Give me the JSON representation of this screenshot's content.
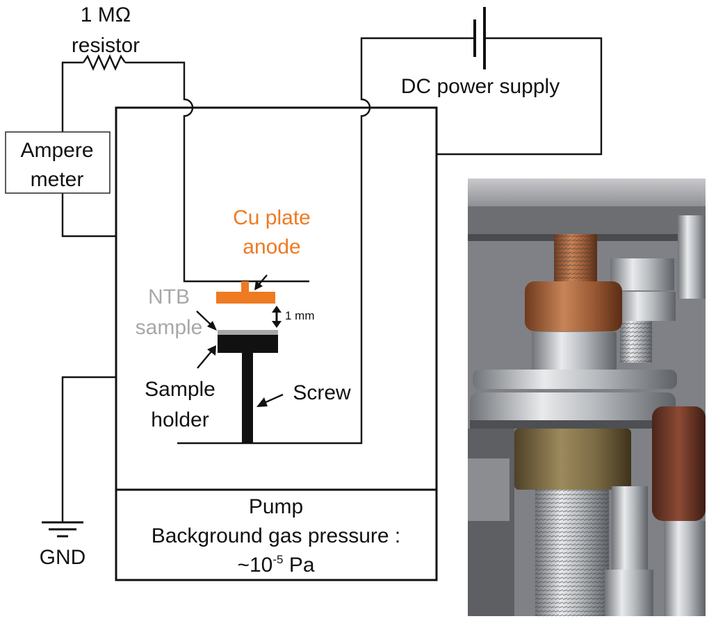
{
  "labels": {
    "resistor_value": "1 MΩ",
    "resistor_name": "resistor",
    "power_supply": "DC power supply",
    "ammeter_line1": "Ampere",
    "ammeter_line2": "meter",
    "anode_line1": "Cu plate",
    "anode_line2": "anode",
    "sample_line1": "NTB",
    "sample_line2": "sample",
    "gap": "1 mm",
    "holder_line1": "Sample",
    "holder_line2": "holder",
    "screw": "Screw",
    "pump_line1": "Pump",
    "pump_line2": "Background gas pressure :",
    "pressure_prefix": "~10",
    "pressure_exp": "-5",
    "pressure_unit": " Pa",
    "ground": "GND"
  },
  "colors": {
    "line": "#111111",
    "anode": "#ee7a22",
    "sample": "#a8a8a8",
    "holder": "#111111"
  }
}
